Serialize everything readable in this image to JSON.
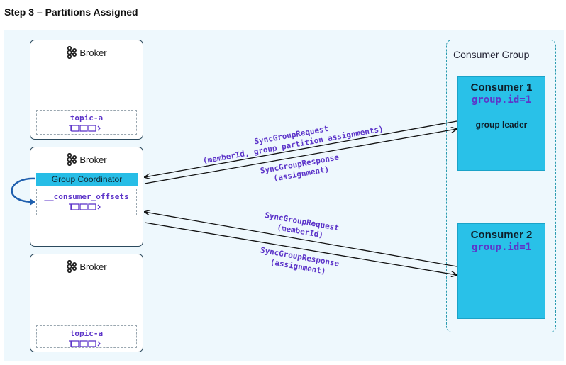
{
  "title": "Step 3 – Partitions Assigned",
  "brokers": [
    {
      "label": "Broker",
      "topic": "topic-a"
    },
    {
      "label": "Broker",
      "coordinator": "Group Coordinator",
      "topic": "__consumer_offsets"
    },
    {
      "label": "Broker",
      "topic": "topic-a"
    }
  ],
  "consumer_group": {
    "label": "Consumer Group",
    "consumers": [
      {
        "name": "Consumer 1",
        "group_id": "group.id=1",
        "role": "group leader"
      },
      {
        "name": "Consumer 2",
        "group_id": "group.id=1"
      }
    ]
  },
  "messages": {
    "c1_request_line1": "SyncGroupRequest",
    "c1_request_line2": "(memberId, group partition assignments)",
    "c1_response_line1": "SyncGroupResponse",
    "c1_response_line2": "(assignment)",
    "c2_request_line1": "SyncGroupRequest",
    "c2_request_line2": "(memberId)",
    "c2_response_line1": "SyncGroupResponse",
    "c2_response_line2": "(assignment)"
  },
  "colors": {
    "accent_blue": "#27bde6",
    "code_purple": "#5d35c9",
    "canvas_bg": "#eef8fd"
  },
  "icons": [
    "kafka-logo-icon",
    "partition-queue-icon",
    "self-loop-arrow-icon"
  ]
}
